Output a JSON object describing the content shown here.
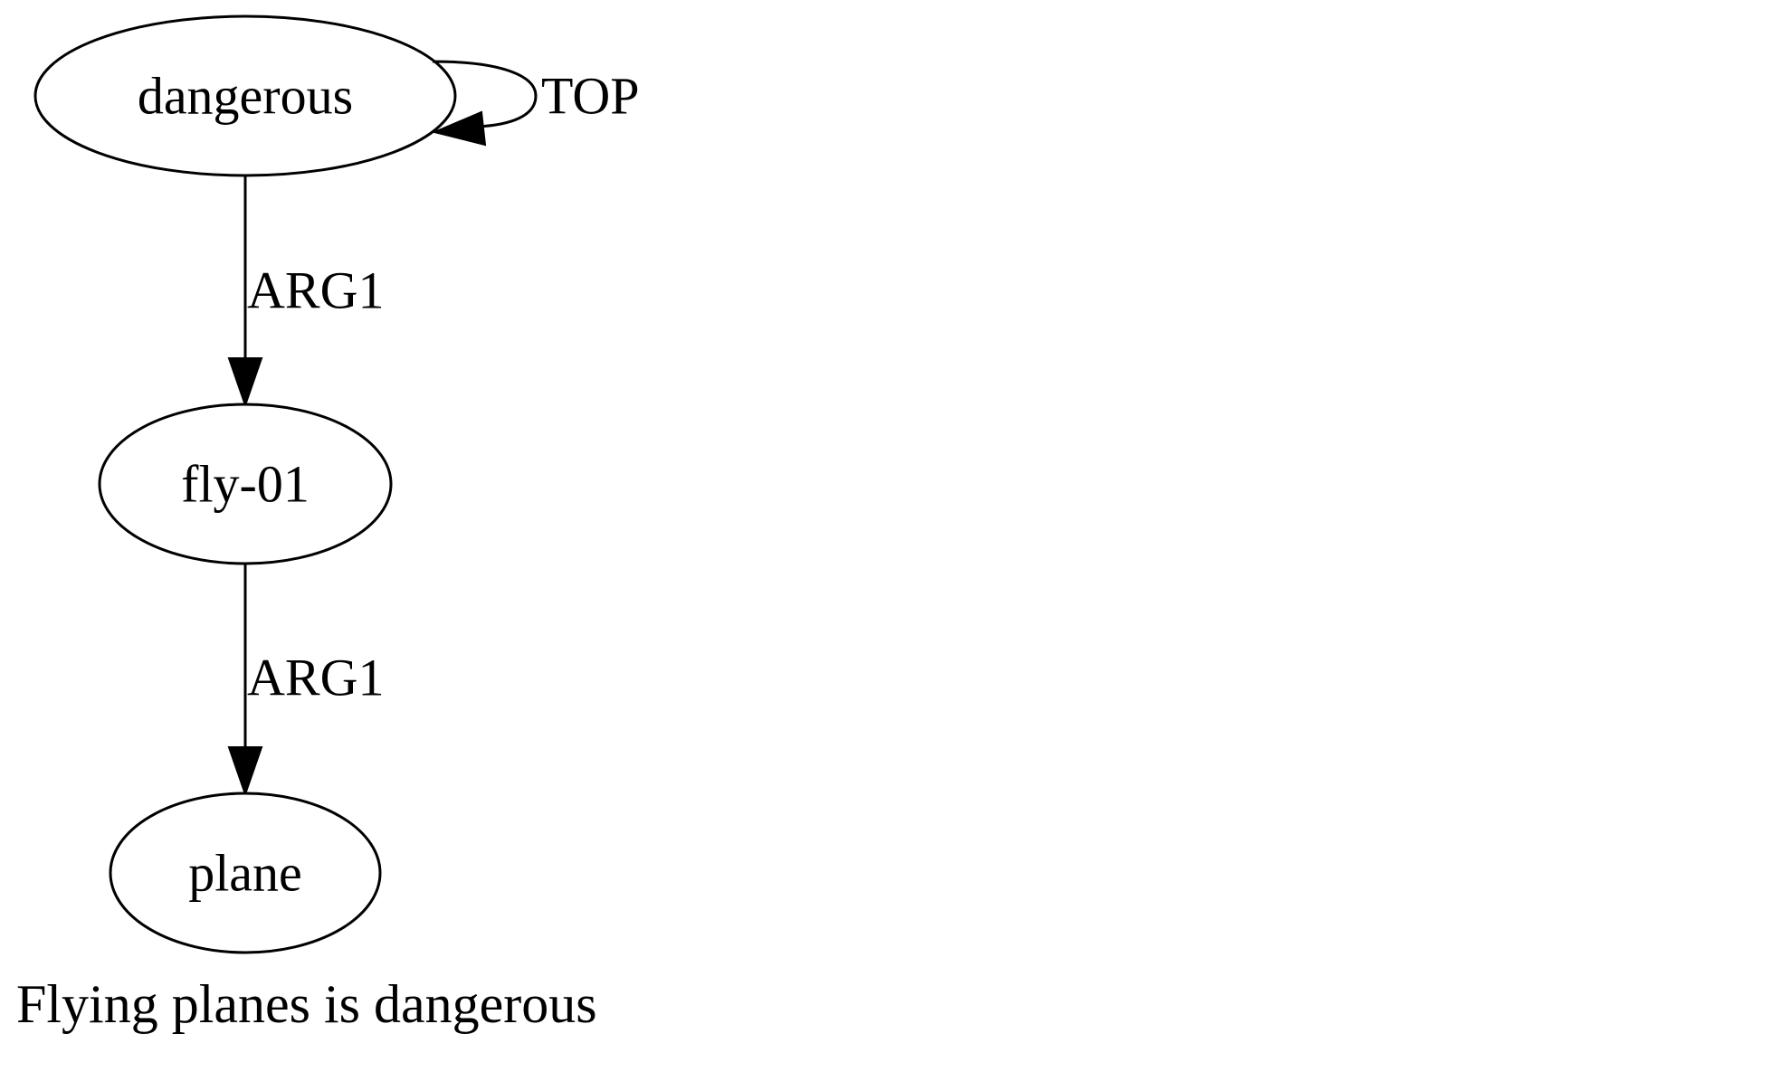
{
  "diagram": {
    "nodes": {
      "dangerous": "dangerous",
      "fly": "fly-01",
      "plane": "plane"
    },
    "edges": {
      "top_label": "TOP",
      "dangerous_fly_label": "ARG1",
      "fly_plane_label": "ARG1"
    },
    "caption": "Flying planes is dangerous"
  }
}
